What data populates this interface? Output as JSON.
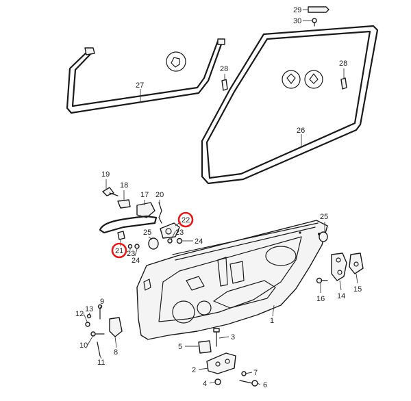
{
  "highlight_color": "#e01b1b",
  "callouts": {
    "c1": "1",
    "c2": "2",
    "c3": "3",
    "c4": "4",
    "c5": "5",
    "c6": "6",
    "c7": "7",
    "c8": "8",
    "c9": "9",
    "c10": "10",
    "c11": "11",
    "c12": "12",
    "c13": "13",
    "c14": "14",
    "c15": "15",
    "c16": "16",
    "c17": "17",
    "c18": "18",
    "c19": "19",
    "c20": "20",
    "c21": "21",
    "c22": "22",
    "c23a": "23",
    "c23b": "23",
    "c24a": "24",
    "c24b": "24",
    "c25a": "25",
    "c25b": "25",
    "c26": "26",
    "c27": "27",
    "c28a": "28",
    "c28b": "28",
    "c29": "29",
    "c30": "30"
  },
  "highlighted_parts": [
    "21",
    "22"
  ]
}
